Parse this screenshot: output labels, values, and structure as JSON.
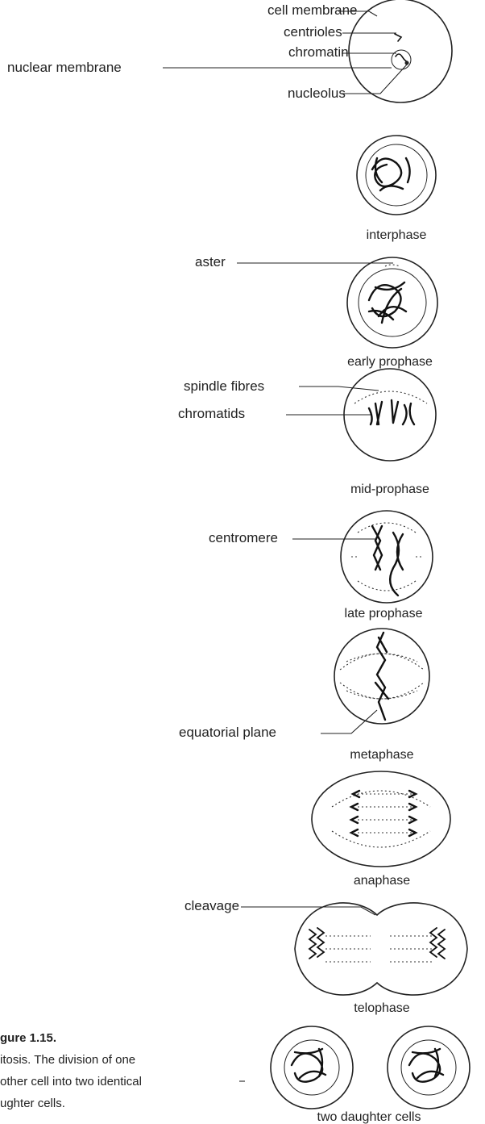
{
  "labels": {
    "cell_membrane": "cell membrane",
    "centrioles": "centrioles",
    "chromatin": "chromatin",
    "nuclear_membrane": "nuclear membrane",
    "nucleolus": "nucleolus",
    "aster": "aster",
    "spindle_fibres": "spindle fibres",
    "chromatids": "chromatids",
    "centromere": "centromere",
    "equatorial_plane": "equatorial plane",
    "cleavage": "cleavage"
  },
  "stages": {
    "interphase": "interphase",
    "early_prophase": "early prophase",
    "mid_prophase": "mid-prophase",
    "late_prophase": "late prophase",
    "metaphase": "metaphase",
    "anaphase": "anaphase",
    "telophase": "telophase",
    "daughter_cells": "two daughter cells"
  },
  "figure": {
    "title": "gure 1.15.",
    "caption_1": "itosis. The division of one",
    "caption_2": "other cell into two identical",
    "caption_3": "ughter cells."
  }
}
